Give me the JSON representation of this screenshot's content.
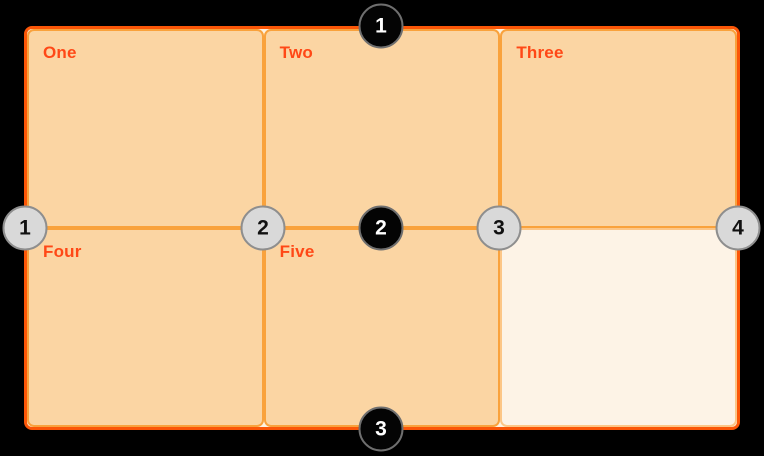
{
  "canvas": {
    "background": "#000000"
  },
  "palette": {
    "container_border": "#fb5607",
    "container_bg": "#fdf2e1",
    "cell_fill": "#fbd5a3",
    "cell_border": "#f9a23c",
    "empty_cell_fill": "#fdf3e6",
    "empty_cell_border": "#fcc687",
    "label_color": "#ff4816",
    "row_marker_fill": "#040404",
    "row_marker_text": "#ffffff",
    "column_marker_fill": "#d9d9d9",
    "column_marker_text": "#111111"
  },
  "grid": {
    "columns": 3,
    "rows": 2,
    "cells": [
      {
        "label": "One"
      },
      {
        "label": "Two"
      },
      {
        "label": "Three"
      },
      {
        "label": "Four"
      },
      {
        "label": "Five"
      },
      {
        "label": ""
      }
    ]
  },
  "row_line_markers": [
    {
      "number": "1"
    },
    {
      "number": "2"
    },
    {
      "number": "3"
    }
  ],
  "column_line_markers": [
    {
      "number": "1"
    },
    {
      "number": "2"
    },
    {
      "number": "3"
    },
    {
      "number": "4"
    }
  ]
}
